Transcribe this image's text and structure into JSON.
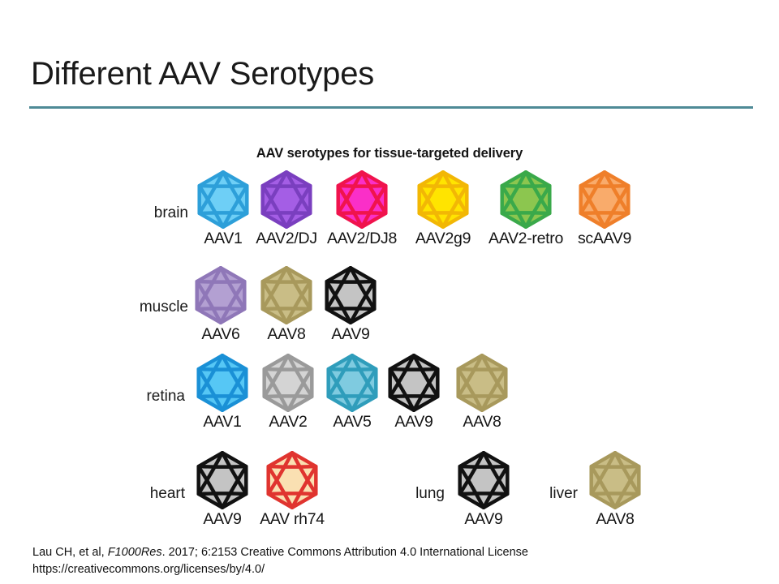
{
  "slide": {
    "title": "Different AAV Serotypes",
    "rule_color": "#4e8a96"
  },
  "figure": {
    "title": "AAV serotypes for tissue-targeted delivery",
    "rows": [
      {
        "tissue": "brain",
        "capsids": [
          {
            "label": "AAV1",
            "fill": "#6ecff6",
            "stroke": "#2d9fd9"
          },
          {
            "label": "AAV2/DJ",
            "fill": "#a45ee5",
            "stroke": "#7a3fbf"
          },
          {
            "label": "AAV2/DJ8",
            "fill": "#fa2fc8",
            "stroke": "#f0134d"
          },
          {
            "label": "AAV2g9",
            "fill": "#ffe400",
            "stroke": "#f2b705"
          },
          {
            "label": "AAV2-retro",
            "fill": "#8cc64f",
            "stroke": "#3aa94a"
          },
          {
            "label": "scAAV9",
            "fill": "#f9ab6b",
            "stroke": "#ef7f2a"
          }
        ]
      },
      {
        "tissue": "muscle",
        "capsids": [
          {
            "label": "AAV6",
            "fill": "#b3a0d2",
            "stroke": "#8f77b8"
          },
          {
            "label": "AAV8",
            "fill": "#c9bd86",
            "stroke": "#a8995c"
          },
          {
            "label": "AAV9",
            "fill": "#c4c4c4",
            "stroke": "#111111"
          }
        ]
      },
      {
        "tissue": "retina",
        "capsids": [
          {
            "label": "AAV1",
            "fill": "#56c7f5",
            "stroke": "#1a90d6"
          },
          {
            "label": "AAV2",
            "fill": "#d4d4d4",
            "stroke": "#9a9a9a"
          },
          {
            "label": "AAV5",
            "fill": "#7fcbe0",
            "stroke": "#2f9dbb"
          },
          {
            "label": "AAV9",
            "fill": "#c4c4c4",
            "stroke": "#111111"
          },
          {
            "label": "AAV8",
            "fill": "#c9bd86",
            "stroke": "#a8995c"
          }
        ]
      },
      {
        "tissue": "heart",
        "capsids": [
          {
            "label": "AAV9",
            "fill": "#c4c4c4",
            "stroke": "#111111"
          },
          {
            "label": "AAV rh74",
            "fill": "#fae0b2",
            "stroke": "#e0342f"
          }
        ]
      },
      {
        "tissue": "lung",
        "capsids": [
          {
            "label": "AAV9",
            "fill": "#c4c4c4",
            "stroke": "#111111"
          }
        ]
      },
      {
        "tissue": "liver",
        "capsids": [
          {
            "label": "AAV8",
            "fill": "#c9bd86",
            "stroke": "#a8995c"
          }
        ]
      }
    ]
  },
  "citation": {
    "authors": "Lau CH, et al,",
    "journal": "F1000Res",
    "details": ". 2017; 6:2153 Creative Commons Attribution 4.0 International License",
    "url": "https://creativecommons.org/licenses/by/4.0/"
  }
}
